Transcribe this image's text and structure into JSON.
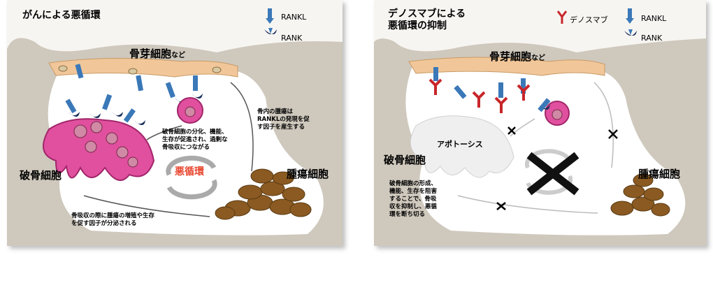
{
  "left": {
    "title": "がんによる悪循環",
    "legend_rankl": "RANKL",
    "legend_rank": "RANK",
    "osteoblast": "骨芽細胞",
    "osteoblast_suffix": "など",
    "osteoclast": "破骨細胞",
    "tumor": "腫瘍細胞",
    "vicious_cycle": "悪循環",
    "note_differentiation": "破骨細胞の分化、機能、\n生存が促進され、過剰な\n骨吸収につながる",
    "note_tumor_rankl": "骨内の腫瘍は\nRANKLの発現を促\nす因子を産生する",
    "note_bone_resorption": "骨吸収の際に腫瘍の増殖や生存\nを促す因子が分泌される"
  },
  "right": {
    "title": "デノスマブによる\n悪循環の抑制",
    "legend_denosumab": "デノスマブ",
    "legend_rankl": "RANKL",
    "legend_rank": "RANK",
    "osteoblast": "骨芽細胞",
    "osteoblast_suffix": "など",
    "osteoclast": "破骨細胞",
    "apoptosis": "アポトーシス",
    "tumor": "腫瘍細胞",
    "note_inhibition": "破骨細胞の形成、\n機能、生存を阻害\nすることで、骨吸\n収を抑制し、悪循\n環を断ち切る"
  },
  "colors": {
    "osteoclast": "#e0509e",
    "osteoblast": "#f1c79a",
    "rankl": "#3a78b8",
    "rank": "#1a2f5a",
    "denosumab": "#c8262a",
    "tumor": "#8a5a22",
    "cycle": "#e8442c"
  }
}
